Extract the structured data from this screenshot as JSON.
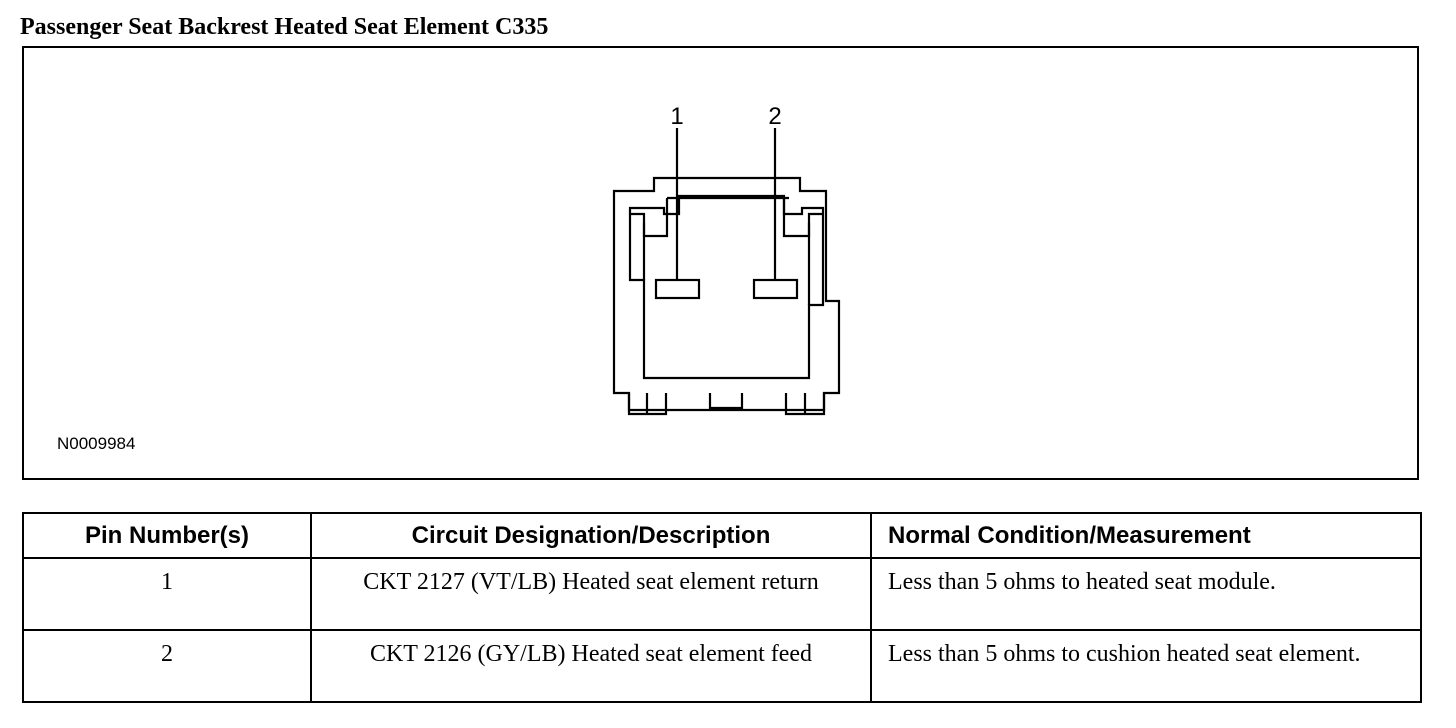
{
  "title": "Passenger Seat Backrest Heated Seat Element C335",
  "figure": {
    "pin_labels": [
      "1",
      "2"
    ],
    "figure_id": "N0009984"
  },
  "table": {
    "headers": [
      "Pin Number(s)",
      "Circuit Designation/Description",
      "Normal Condition/Measurement"
    ],
    "rows": [
      {
        "pin": "1",
        "circuit": "CKT 2127 (VT/LB) Heated seat element return",
        "measurement": "Less than 5 ohms to heated seat module."
      },
      {
        "pin": "2",
        "circuit": "CKT 2126 (GY/LB) Heated seat element feed",
        "measurement": "Less than 5 ohms to cushion heated seat element."
      }
    ]
  }
}
